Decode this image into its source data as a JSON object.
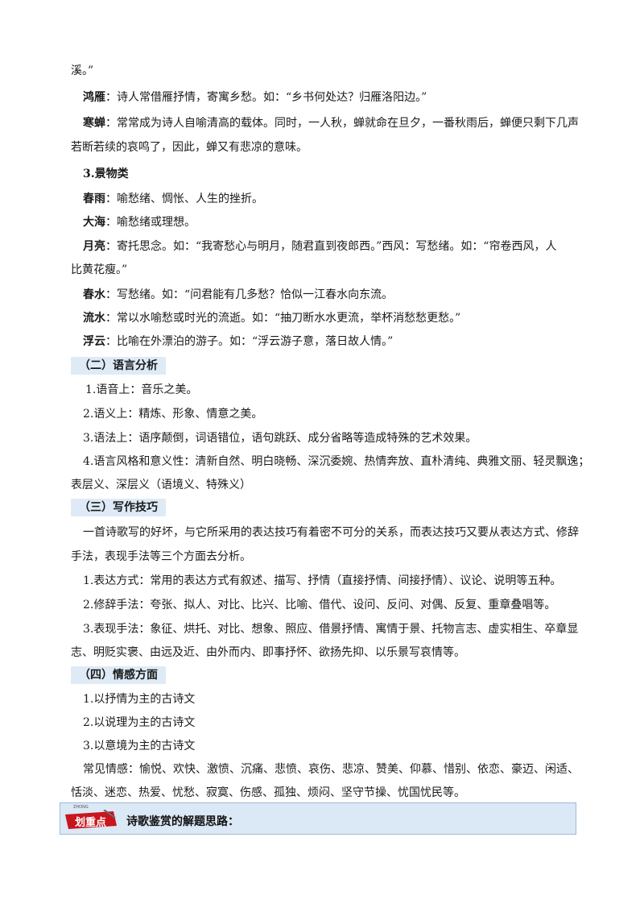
{
  "top_line": "溪。”",
  "items_animals": [
    {
      "term": "鸿雁",
      "desc": "：诗人常借雁抒情，寄寓乡愁。如：“乡书何处达？归雁洛阳边。”"
    },
    {
      "term": "寒蝉",
      "desc": "：常常成为诗人自喻清高的载体。同时，一人秋，蝉就命在旦夕，一番秋雨后，蝉便只剩下几声",
      "cont": "若断若续的哀鸣了，因此，蝉又有悲凉的意味。"
    }
  ],
  "scenery_heading": "3.景物类",
  "items_scenery": [
    {
      "term": "春雨",
      "desc": "：喻愁绪、惆怅、人生的挫折。"
    },
    {
      "term": "大海",
      "desc": "：喻愁绪或理想。"
    },
    {
      "term": "月亮",
      "desc": "：寄托思念。如：“我寄愁心与明月，随君直到夜郎西。”西风：写愁绪。如：“帘卷西风，人",
      "cont": "比黄花瘦。”"
    },
    {
      "term": "春水",
      "desc": "：写愁绪。如：“问君能有几多愁？恰似一江春水向东流。"
    },
    {
      "term": "流水",
      "desc": "：常以水喻愁或时光的流逝。如：“抽刀断水水更流，举杯消愁愁更愁。”"
    },
    {
      "term": "浮云",
      "desc": "：比喻在外漂泊的游子。如：“浮云游子意，落日故人情。”"
    }
  ],
  "section2": {
    "title": "（二）语言分析",
    "lines": [
      "1.语音上：音乐之美。",
      "2.语义上：精炼、形象、情意之美。",
      "3.语法上：语序颠倒，词语错位，语句跳跃、成分省略等造成特殊的艺术效果。",
      "4.语言风格和意义性：清新自然、明白晓畅、深沉委婉、热情奔放、直朴清纯、典雅文丽、轻灵飘逸；",
      "表层义、深层义（语境义、特殊义）"
    ]
  },
  "section3": {
    "title": "（三）写作技巧",
    "lines": [
      "一首诗歌写的好坏，与它所采用的表达技巧有着密不可分的关系，而表达技巧又要从表达方式、修辞",
      "手法，表现手法等三个方面去分析。",
      "1.表达方式：常用的表达方式有叙述、描写、抒情（直接抒情、间接抒情）、议论、说明等五种。",
      "2.修辞手法：夸张、拟人、对比、比兴、比喻、借代、设问、反问、对偶、反复、重章叠唱等。",
      "3.表现手法：象征、烘托、对比、想象、照应、借景抒情、寓情于景、托物言志、虚实相生、卒章显",
      "志、明贬实褒、由远及近、由外而内、即事抒怀、欲扬先抑、以乐景写哀情等。"
    ]
  },
  "section4": {
    "title": "（四）情感方面",
    "lines": [
      "1.以抒情为主的古诗文",
      "2.以说理为主的古诗文",
      "3.以意境为主的古诗文",
      "常见情感：愉悦、欢快、激愤、沉痛、悲愤、哀伤、悲凉、赞美、仰慕、惜别、依恋、豪迈、闲适、",
      "恬淡、迷恋、热爱、忧愁、寂寞、伤感、孤独、烦闷、坚守节操、忧国忧民等。"
    ]
  },
  "highlight": {
    "badge": "划重点",
    "badge_small": "ZHONG",
    "text": "诗歌鉴赏的解题思路："
  },
  "colors": {
    "section_bg": "#deebf7",
    "box_bg": "#dbe8f5",
    "badge_red": "#c8161d"
  }
}
